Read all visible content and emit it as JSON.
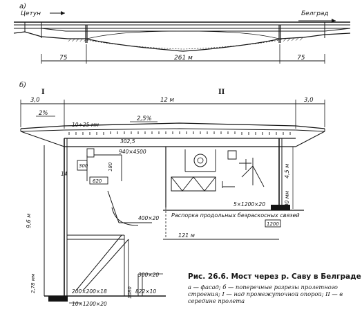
{
  "facade": {
    "panel_label": "а)",
    "left_city": "Цетун",
    "right_city": "Белград",
    "span_left": "75",
    "span_main": "261 м",
    "span_right": "75"
  },
  "sections": {
    "panel_label": "б)",
    "section_one_label": "I",
    "section_two_label": "II",
    "dim_left_cantilever": "3,0",
    "dim_deck_width": "12 м",
    "dim_right_cantilever": "3,0",
    "slope_left": "2%",
    "slope_right": "2,5%",
    "deck_plate_note": "10÷25 мм",
    "dim_302": "302,5",
    "rib_section": "940×4500",
    "box_300": "300",
    "box_180": "180",
    "box_620": "620",
    "dim_14": "14",
    "dim_45m": "4,5 м",
    "dim_100mm": "100 мм",
    "plate_5x1200": "5×1200×20",
    "bracing_note": "Распорка продольных безраскосных связей",
    "dim_400x20": "400×20",
    "dim_1200": "1200",
    "dim_121m": "121 м",
    "dim_96m": "9,6 м",
    "dim_278mm": "2,78 мм",
    "dim_200x200x18": "200×200×18",
    "dim_10x1200x20": "10×1200×20",
    "dim_300x20": "300×20",
    "dim_822x10": "822×10",
    "dim_1080": "1080"
  },
  "caption": {
    "title": "Рис. 26.6. Мост через р. Саву в Белграде",
    "description": "а — фасад; б — поперечные разрезы пролетного строения; I — над промежуточной опорой; II — в середине пролета"
  }
}
